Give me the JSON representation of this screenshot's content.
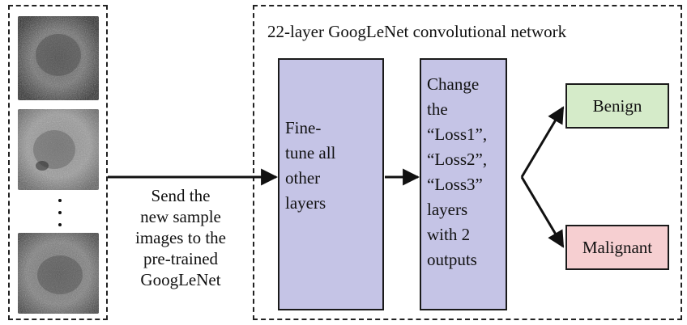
{
  "network_title": "22-layer GoogLeNet convolutional network",
  "send_caption": [
    "Send the",
    "new sample",
    "images to the",
    "pre-trained",
    "GoogLeNet"
  ],
  "finetune_block": [
    "Fine-",
    "tune all",
    "other",
    "layers"
  ],
  "loss_block": [
    "Change",
    "the",
    "“Loss1”,",
    "“Loss2”,",
    "“Loss3”",
    "layers",
    "with 2",
    "outputs"
  ],
  "outputs": {
    "benign": "Benign",
    "malignant": "Malignant"
  },
  "colors": {
    "block_fill": "#c5c4e6",
    "benign_fill": "#d5ebc9",
    "malignant_fill": "#f6cfd1",
    "line": "#1a1a1a"
  }
}
